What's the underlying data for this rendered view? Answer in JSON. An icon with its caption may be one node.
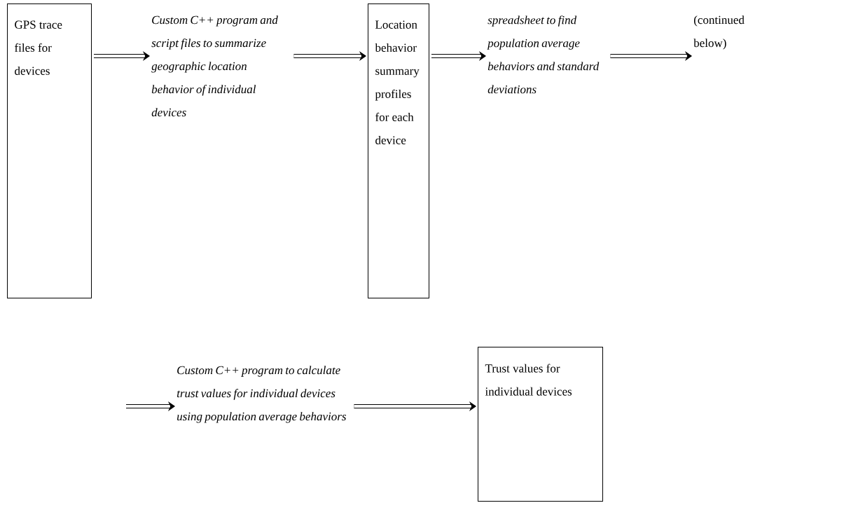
{
  "diagram": {
    "nodes": [
      {
        "text": [
          "GPS trace files for devices"
        ]
      },
      {
        "text": [
          "Custom C++ program and script files to summarize geographic location behavior of individual devices"
        ]
      },
      {
        "text": [
          "Location behavior summary profiles for each device"
        ]
      },
      {
        "text": [
          "spreadsheet to find population average behaviors and standard deviations"
        ]
      },
      {
        "text": [
          "(continued below)"
        ]
      },
      {
        "text": [
          "Custom C++ program to calculate trust values for individual devices using population average behaviors"
        ]
      },
      {
        "text": [
          "Trust values for individual devices"
        ]
      }
    ],
    "edges": [
      {
        "from": 0,
        "to": 1,
        "arrow": "to"
      },
      {
        "from": 1,
        "to": 2,
        "arrow": "to"
      },
      {
        "from": 2,
        "to": 3,
        "arrow": "to"
      },
      {
        "from": 3,
        "to": 4,
        "arrow": "to"
      },
      {
        "from": null,
        "to": 5,
        "arrow": "to"
      },
      {
        "from": 5,
        "to": 6,
        "arrow": "to"
      }
    ]
  }
}
